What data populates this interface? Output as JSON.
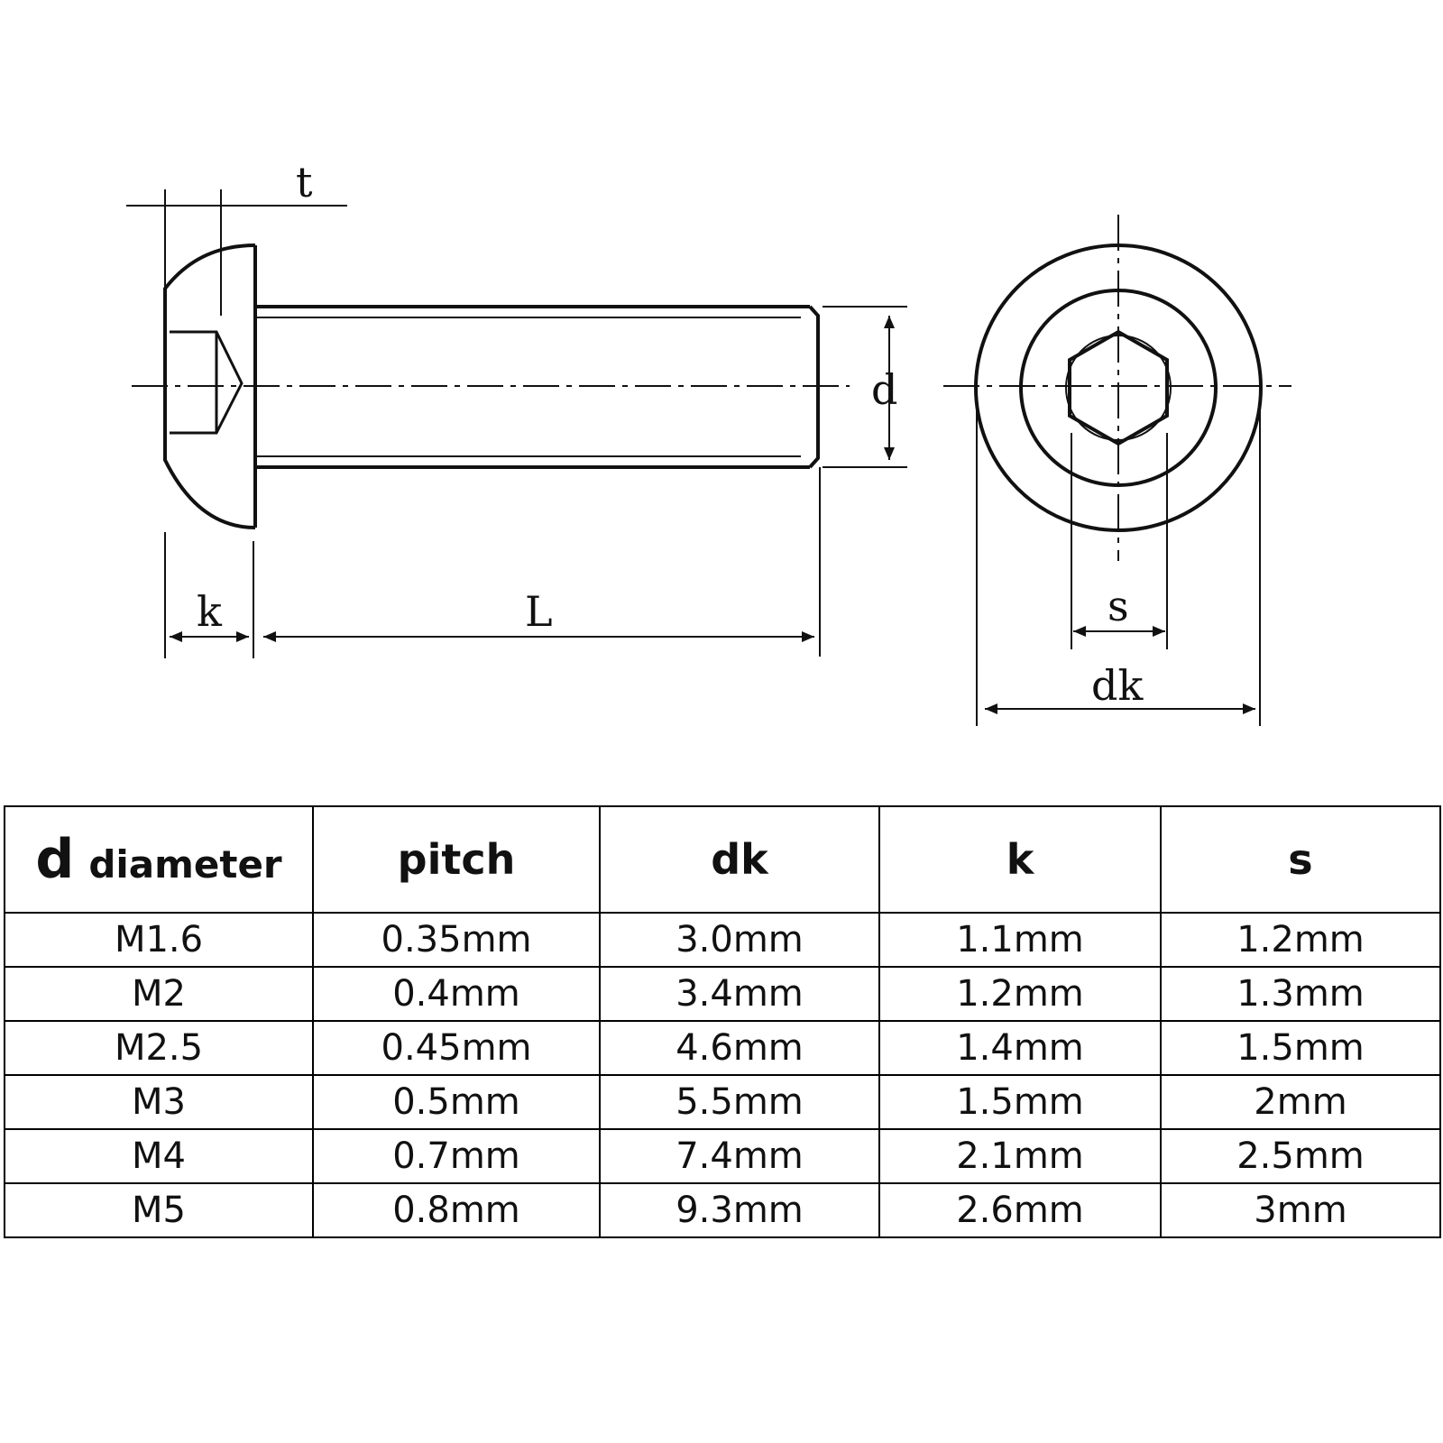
{
  "drawing": {
    "labels": {
      "t": "t",
      "k": "k",
      "L": "L",
      "d": "d",
      "s": "s",
      "dk": "dk"
    }
  },
  "table": {
    "header": {
      "diameter_symbol": "d",
      "diameter_word": "diameter",
      "pitch": "pitch",
      "dk": "dk",
      "k": "k",
      "s": "s"
    },
    "rows": [
      [
        "M1.6",
        "0.35mm",
        "3.0mm",
        "1.1mm",
        "1.2mm"
      ],
      [
        "M2",
        "0.4mm",
        "3.4mm",
        "1.2mm",
        "1.3mm"
      ],
      [
        "M2.5",
        "0.45mm",
        "4.6mm",
        "1.4mm",
        "1.5mm"
      ],
      [
        "M3",
        "0.5mm",
        "5.5mm",
        "1.5mm",
        "2mm"
      ],
      [
        "M4",
        "0.7mm",
        "7.4mm",
        "2.1mm",
        "2.5mm"
      ],
      [
        "M5",
        "0.8mm",
        "9.3mm",
        "2.6mm",
        "3mm"
      ]
    ]
  }
}
